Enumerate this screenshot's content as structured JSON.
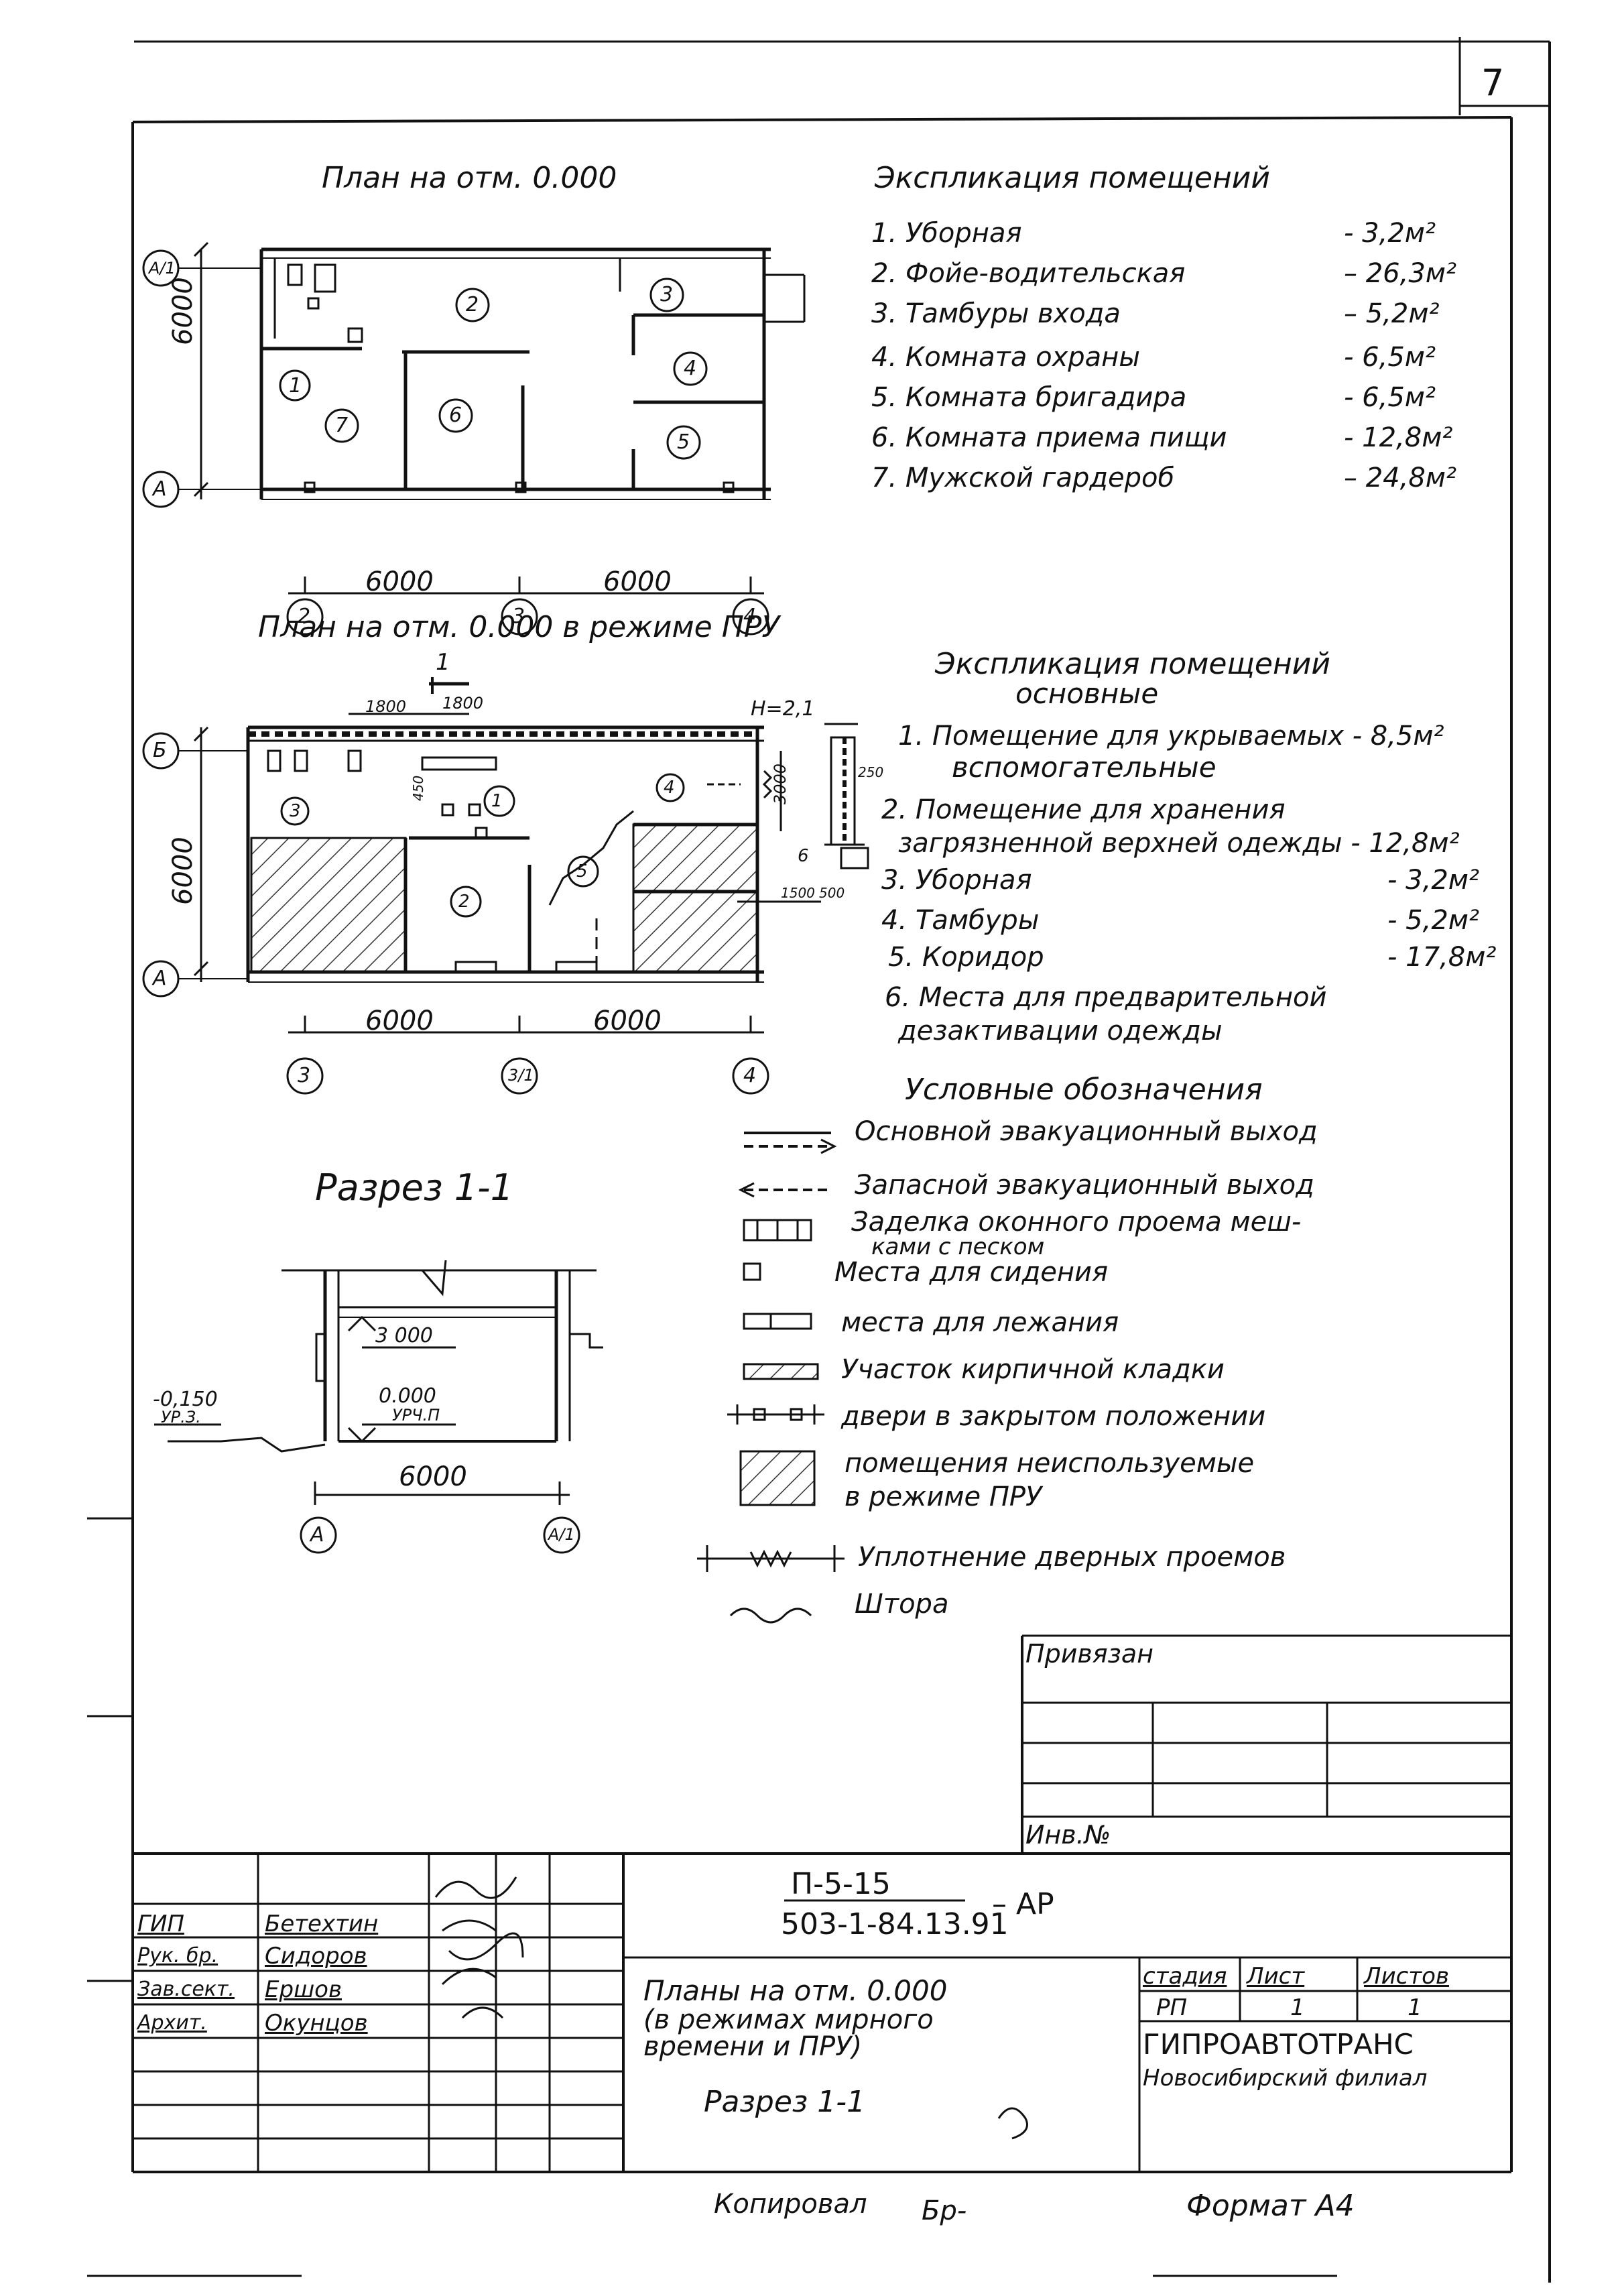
{
  "sheet_number": "7",
  "plan1": {
    "title": "План на отм. 0.000",
    "dim_left": "6000",
    "dim_bottom": [
      "6000",
      "6000"
    ],
    "axes_rows": [
      "А/1",
      "А"
    ],
    "axes_cols": [
      "2",
      "3",
      "4"
    ],
    "room_numbers": [
      "1",
      "2",
      "3",
      "4",
      "5",
      "6",
      "7"
    ]
  },
  "explication1": {
    "title": "Экспликация помещений",
    "items": [
      {
        "name": "1. Уборная",
        "area": "- 3,2м²"
      },
      {
        "name": "2. Фойе-водительская",
        "area": "– 26,3м²"
      },
      {
        "name": "3. Тамбуры входа",
        "area": "– 5,2м²"
      },
      {
        "name": "4. Комната охраны",
        "area": "- 6,5м²"
      },
      {
        "name": "5. Комната бригадира",
        "area": "- 6,5м²"
      },
      {
        "name": "6. Комната приема пищи",
        "area": "- 12,8м²"
      },
      {
        "name": "7. Мужской гардероб",
        "area": "– 24,8м²"
      }
    ]
  },
  "plan2": {
    "title": "План на отм. 0.000 в режиме ПРУ",
    "section_mark": "1",
    "dims_top": [
      "1800",
      "1800"
    ],
    "height_mark": "Н=2,1",
    "dim_left": "6000",
    "dim_bottom": [
      "6000",
      "6000"
    ],
    "dims_right": [
      "3000",
      "250",
      "1500",
      "500"
    ],
    "axes_rows": [
      "Б",
      "А"
    ],
    "axes_cols": [
      "3",
      "3/1",
      "4"
    ],
    "room_numbers": [
      "1",
      "2",
      "3",
      "4",
      "5",
      "6"
    ],
    "small_dim": "450"
  },
  "explication2": {
    "title": "Экспликация помещений",
    "subtitle": "основные",
    "item1": "1. Помещение для укрываемых - 8,5м²",
    "subtitle2": "вспомогательные",
    "item2_line1": "2. Помещение для хранения",
    "item2_line2": "загрязненной верхней одежды - 12,8м²",
    "items": [
      {
        "name": "3. Уборная",
        "area": "- 3,2м²"
      },
      {
        "name": "4. Тамбуры",
        "area": "- 5,2м²"
      },
      {
        "name": "5. Коридор",
        "area": "- 17,8м²"
      }
    ],
    "item6_line1": "6. Места для предварительной",
    "item6_line2": "дезактивации одежды"
  },
  "legend": {
    "title": "Условные обозначения",
    "items": [
      "Основной эвакуационный выход",
      "Запасной эвакуационный выход",
      "Заделка оконного проема меш-",
      "Места для сидения",
      "места для лежания",
      "Участок кирпичной кладки",
      "двери в закрытом положении",
      "помещения неиспользуемые",
      "Уплотнение дверных проемов",
      "Штора"
    ],
    "item3_cont": "ками с песком",
    "item8_cont": "в режиме ПРУ"
  },
  "section": {
    "title": "Разрез 1-1",
    "mark_top": "3 000",
    "mark_floor": "0.000",
    "mark_floor_label": "УРЧ.П",
    "mark_ground": "-0,150",
    "mark_ground_label": "УР.З.",
    "dim": "6000",
    "axes": [
      "А",
      "А/1"
    ]
  },
  "title_block": {
    "privyazan": "Привязан",
    "inv_no": "Инв.№",
    "code1": "П-5-15",
    "code2": "503-1-84.13.91",
    "suffix": "– АР",
    "roles": [
      {
        "role": "ГИП",
        "name": "Бетехтин"
      },
      {
        "role": "Рук. бр.",
        "name": "Сидоров"
      },
      {
        "role": "Зав.сект.",
        "name": "Ершов"
      },
      {
        "role": "Архит.",
        "name": "Окунцов"
      }
    ],
    "drawing_title_1": "Планы на отм. 0.000",
    "drawing_title_2": "(в режимах мирного",
    "drawing_title_3": "времени и ПРУ)",
    "drawing_title_4": "Разрез 1-1",
    "stage_label": "стадия",
    "sheet_label": "Лист",
    "sheets_label": "Листов",
    "stage": "РП",
    "sheet": "1",
    "sheets": "1",
    "org1": "ГИПРОАВТОТРАНС",
    "org2": "Новосибирский филиал"
  },
  "footer": {
    "copied": "Копировал",
    "copied_sign": "Бр-",
    "format": "Формат А4"
  }
}
